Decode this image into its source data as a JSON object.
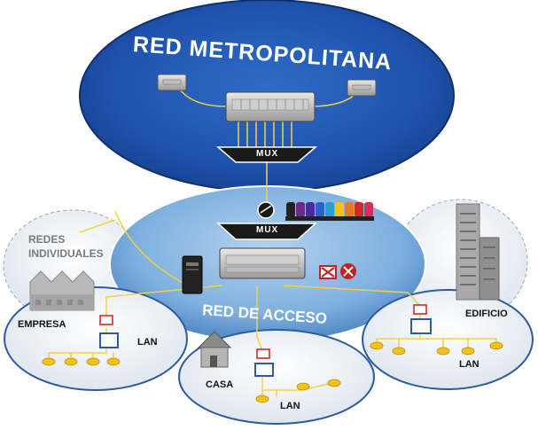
{
  "title": "RED METROPOLITANA",
  "access_network": "RED DE ACCESO",
  "individual_networks": "REDES INDIVIDUALES",
  "mux_top": "MUX",
  "mux_access": "MUX",
  "nodes": {
    "empresa": "EMPRESA",
    "casa": "CASA",
    "edificio": "EDIFICIO"
  },
  "lan": {
    "empresa": "LAN",
    "casa": "LAN",
    "edificio": "LAN"
  },
  "colors": {
    "metro_blue": "#1d4fa8",
    "access_blue": "#6fa3d9",
    "light_ellipse": "#e3e9f1",
    "link_yellow": "#f2d33c",
    "node_yellow": "#f1c21b"
  }
}
